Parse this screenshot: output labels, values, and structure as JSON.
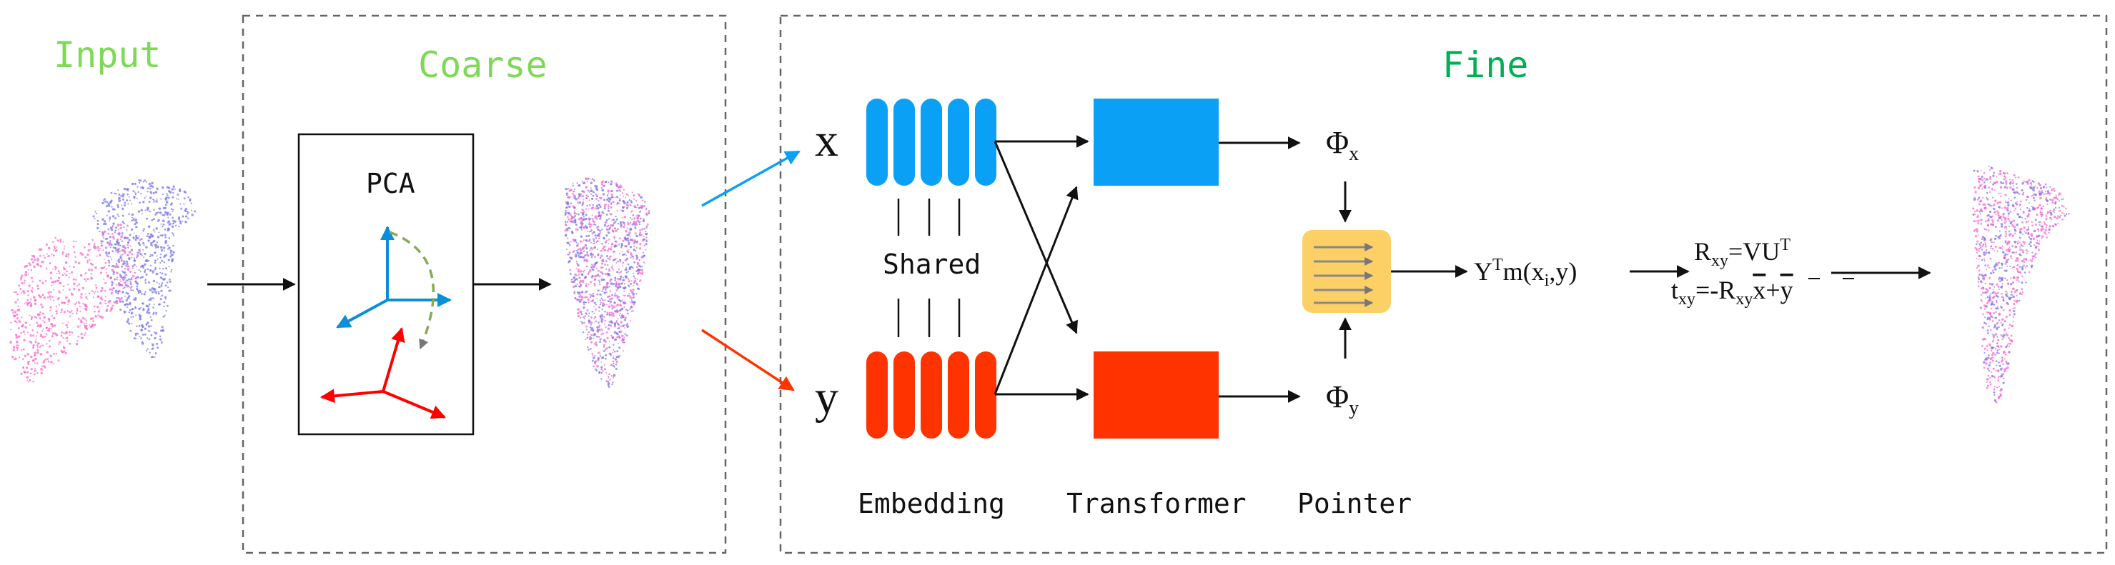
{
  "stages": {
    "input": "Input",
    "coarse": "Coarse",
    "fine": "Fine"
  },
  "coarse": {
    "pca_label": "PCA"
  },
  "fine": {
    "input_x": "x",
    "input_y": "y",
    "shared_label": "Shared",
    "embedding_label": "Embedding",
    "transformer_label": "Transformer",
    "pointer_label": "Pointer",
    "phi": "Φ",
    "phi_x_sub": "x",
    "phi_y_sub": "y",
    "soft_match": {
      "base": "Y",
      "sup": "T",
      "mid": "m(x",
      "sub": "i",
      "end": ",y)"
    },
    "rotation": {
      "lhs": "R",
      "lhs_sub": "xy",
      "rhs": "=VU",
      "rhs_sup": "T"
    },
    "translation": {
      "lhs": "t",
      "lhs_sub": "xy",
      "mid": "=-R",
      "mid_sub": "xy",
      "xbar": "x",
      "plus": "+",
      "ybar": "y"
    }
  },
  "colors": {
    "stage_title": "#7ed957",
    "fine_title": "#00b050",
    "x_branch": "#0aa0f5",
    "y_branch": "#ff3300",
    "pointer": "#fdd066",
    "source_cloud": "#ff66cc",
    "target_cloud": "#7777ee",
    "pca_arc": "#88aa55"
  },
  "icons": [
    "arrow-icon",
    "pca-axes-icon",
    "point-cloud-icon"
  ]
}
